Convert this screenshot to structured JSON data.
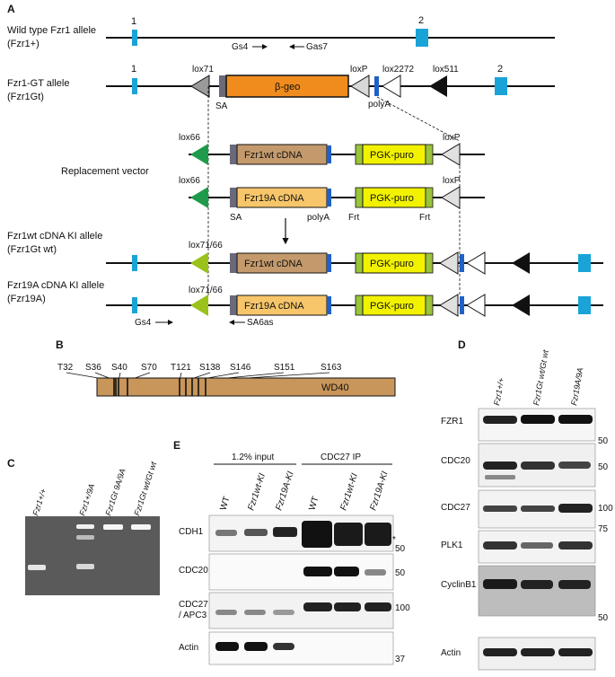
{
  "panel_a": {
    "letter": "A",
    "wt_label_1": "Wild type Fzr1 allele",
    "wt_label_2": "(Fzr1+)",
    "gt_label_1": "Fzr1-GT allele",
    "gt_label_2": "(Fzr1Gt)",
    "replacement_label": "Replacement vector",
    "ki_wt_label_1": "Fzr1wt cDNA KI allele",
    "ki_wt_label_2": "(Fzr1Gt wt)",
    "ki_9a_label_1": "Fzr19A cDNA KI allele",
    "ki_9a_label_2": "(Fzr19A)",
    "exon1": "1",
    "exon2": "2",
    "gs4": "Gs4",
    "gas7": "Gas7",
    "sa6as": "SA6as",
    "lox71": "lox71",
    "loxp": "loxP",
    "lox2272": "lox2272",
    "lox511": "lox511",
    "lox66": "lox66",
    "lox7166": "lox71/66",
    "beta_geo": "β-geo",
    "sa": "SA",
    "polya": "polyA",
    "frt": "Frt",
    "pgk_puro": "PGK-puro",
    "cdna_wt": "Fzr1wt cDNA",
    "cdna_9a": "Fzr19A cDNA",
    "colors": {
      "exon": "#1aa3d6",
      "beta_geo": "#f08c1e",
      "cdna": "#f7c66a",
      "cdna_wt": "#c49a6c",
      "puro": "#f2f200",
      "frt_block": "#9ac43a",
      "lox66": "#1f9a4a",
      "lox7166": "#9ac21a",
      "gray_triangle": "#9a9a9a"
    }
  },
  "panel_b": {
    "letter": "B",
    "sites": [
      "T32",
      "S36",
      "S40",
      "S70",
      "T121",
      "S138",
      "S146",
      "S151",
      "S163"
    ],
    "domain": "WD40",
    "color": "#c8965a"
  },
  "panel_c": {
    "letter": "C",
    "lanes": [
      "Fzr1+/+",
      "Fzr1+/9A",
      "Fzr1Gt 9A/9A",
      "Fzr1Gt wt/Gt wt"
    ]
  },
  "panel_d": {
    "letter": "D",
    "lanes": [
      "Fzr1+/+",
      "Fzr1Gt wt/Gt wt",
      "Fzr19A/9A"
    ],
    "blots": [
      "FZR1",
      "CDC20",
      "CDC27",
      "PLK1",
      "CyclinB1",
      "Actin"
    ],
    "markers": [
      "50",
      "50",
      "100",
      "75",
      "50"
    ]
  },
  "panel_e": {
    "letter": "E",
    "group_input": "1.2% input",
    "group_ip": "CDC27 IP",
    "lanes": [
      "WT",
      "Fzr1wt-KI",
      "Fzr19A-KI",
      "WT",
      "Fzr1wt-KI",
      "Fzr19A-KI"
    ],
    "blots": [
      "CDH1",
      "CDC20",
      "CDC27",
      "/ APC3",
      "Actin"
    ],
    "markers": [
      "50",
      "50",
      "100",
      "37"
    ],
    "star": "*"
  }
}
